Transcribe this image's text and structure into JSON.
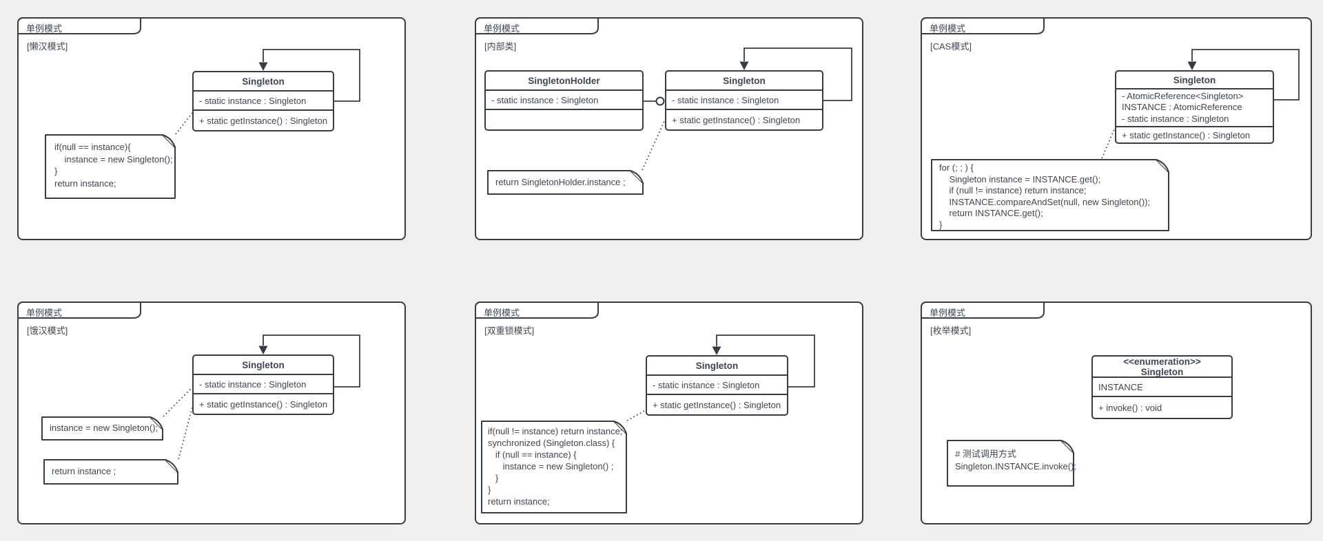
{
  "colors": {
    "background": "#efefef",
    "shape_fill": "#ffffff",
    "line": "#343c46",
    "text": "#3e4650"
  },
  "panels": [
    {
      "package_name": "单例模式",
      "variant_label": "[懒汉模式]",
      "class": {
        "name": "Singleton",
        "attributes": "- static instance : Singleton",
        "methods": "+ static getInstance() : Singleton"
      },
      "note": {
        "text": "if(null == instance){\n    instance = new Singleton();\n}\nreturn instance;"
      }
    },
    {
      "package_name": "单例模式",
      "variant_label": "[内部类]",
      "holder_class": {
        "name": "SingletonHolder",
        "attributes": "- static instance : Singleton",
        "methods": ""
      },
      "class": {
        "name": "Singleton",
        "attributes": "- static instance : Singleton",
        "methods": "+ static getInstance() : Singleton"
      },
      "note": {
        "text": "return SingletonHolder.instance ;"
      }
    },
    {
      "package_name": "单例模式",
      "variant_label": "[CAS模式]",
      "class": {
        "name": "Singleton",
        "attributes": "- AtomicReference<Singleton>\nINSTANCE : AtomicReference\n- static instance : Singleton",
        "methods": "+ static getInstance() : Singleton"
      },
      "note": {
        "text": "for (; ; ) {\n    Singleton instance = INSTANCE.get();\n    if (null != instance) return instance;\n    INSTANCE.compareAndSet(null, new Singleton());\n    return INSTANCE.get();\n}"
      }
    },
    {
      "package_name": "单例模式",
      "variant_label": "[饿汉模式]",
      "class": {
        "name": "Singleton",
        "attributes": "- static instance : Singleton",
        "methods": "+ static getInstance() : Singleton"
      },
      "note": {
        "text": "instance = new Singleton();"
      },
      "note2": {
        "text": "return instance ;"
      }
    },
    {
      "package_name": "单例模式",
      "variant_label": "[双重锁模式]",
      "class": {
        "name": "Singleton",
        "attributes": "- static instance : Singleton",
        "methods": "+ static getInstance() : Singleton"
      },
      "note": {
        "text": "if(null != instance) return instance;\nsynchronized (Singleton.class) {\n   if (null == instance) {\n      instance = new Singleton() ;\n   }\n}\nreturn instance;"
      }
    },
    {
      "package_name": "单例模式",
      "variant_label": "[枚举模式]",
      "class": {
        "stereotype": "<<enumeration>>",
        "name": "Singleton",
        "attributes": "INSTANCE",
        "methods": "+ invoke() : void"
      },
      "note": {
        "text": "# 测试调用方式\nSingleton.INSTANCE.invoke();"
      }
    }
  ]
}
